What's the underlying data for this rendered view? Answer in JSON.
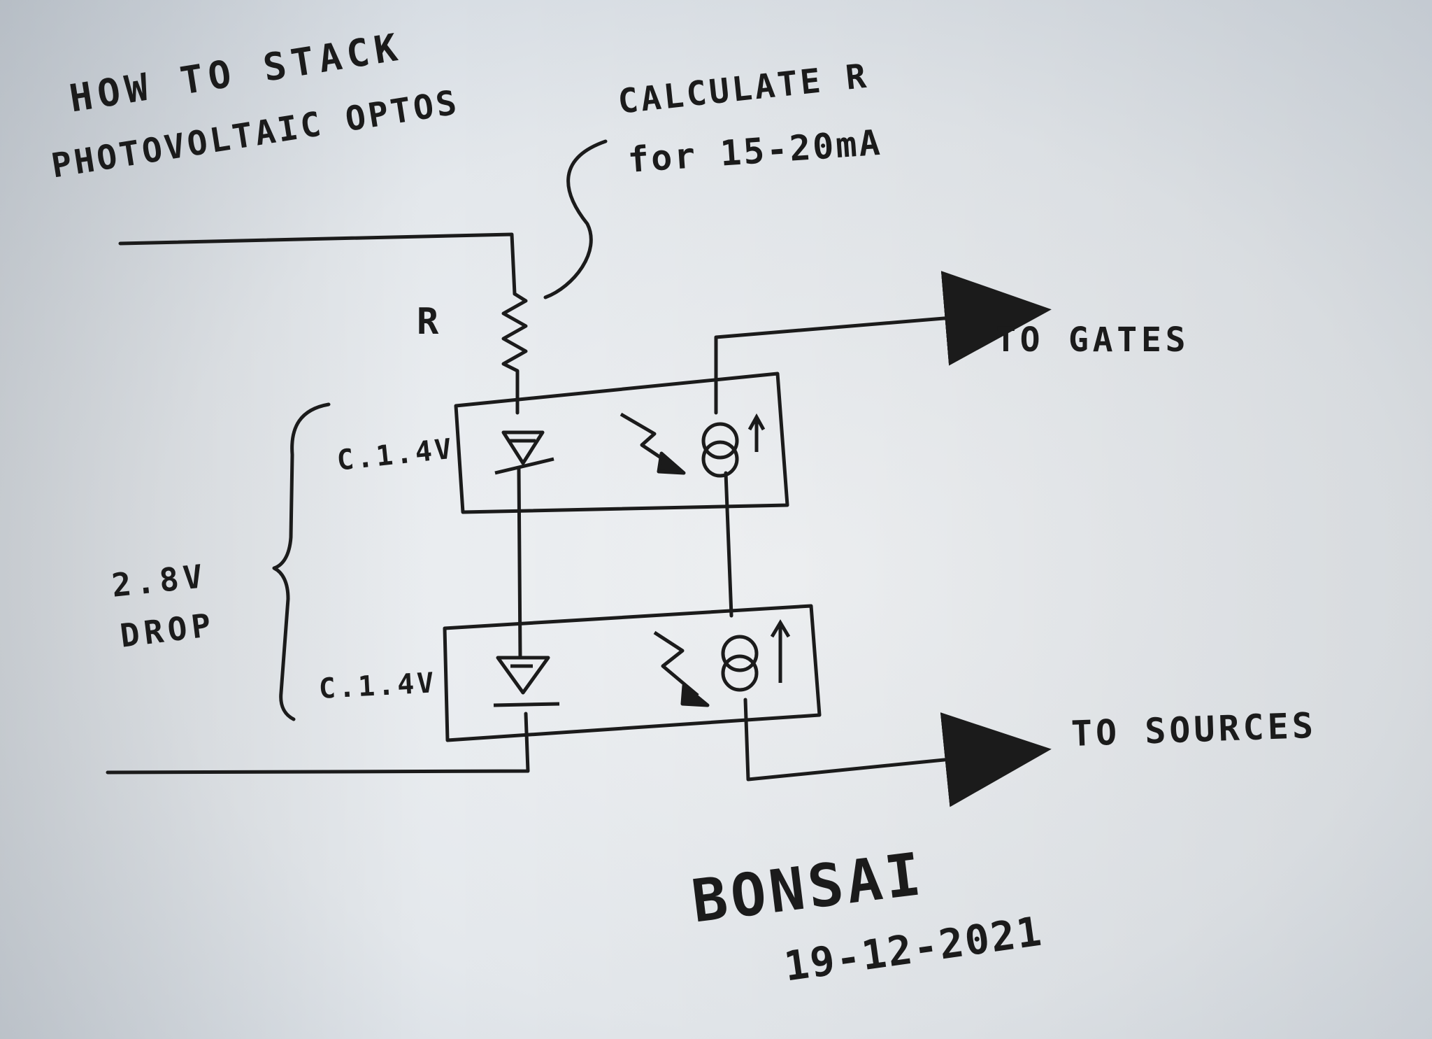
{
  "title": {
    "line1": "HOW  TO  STACK",
    "line2": "PHOTOVOLTAIC  OPTOS"
  },
  "note": {
    "line1": "CALCULATE R",
    "line2": "for 15-20mA"
  },
  "resistor_label": "R",
  "voltage_top": "C.1.4V",
  "voltage_bottom": "C.1.4V",
  "total_drop": {
    "line1": "2.8V",
    "line2": "DROP"
  },
  "output_gates": "TO GATES",
  "output_sources": "TO SOURCES",
  "signature": {
    "name": "BONSAI",
    "date": "19-12-2021"
  },
  "colors": {
    "ink": "#1b1b1b",
    "paper_light": "#eef1f4",
    "paper_shadow": "#cdd4dc"
  }
}
